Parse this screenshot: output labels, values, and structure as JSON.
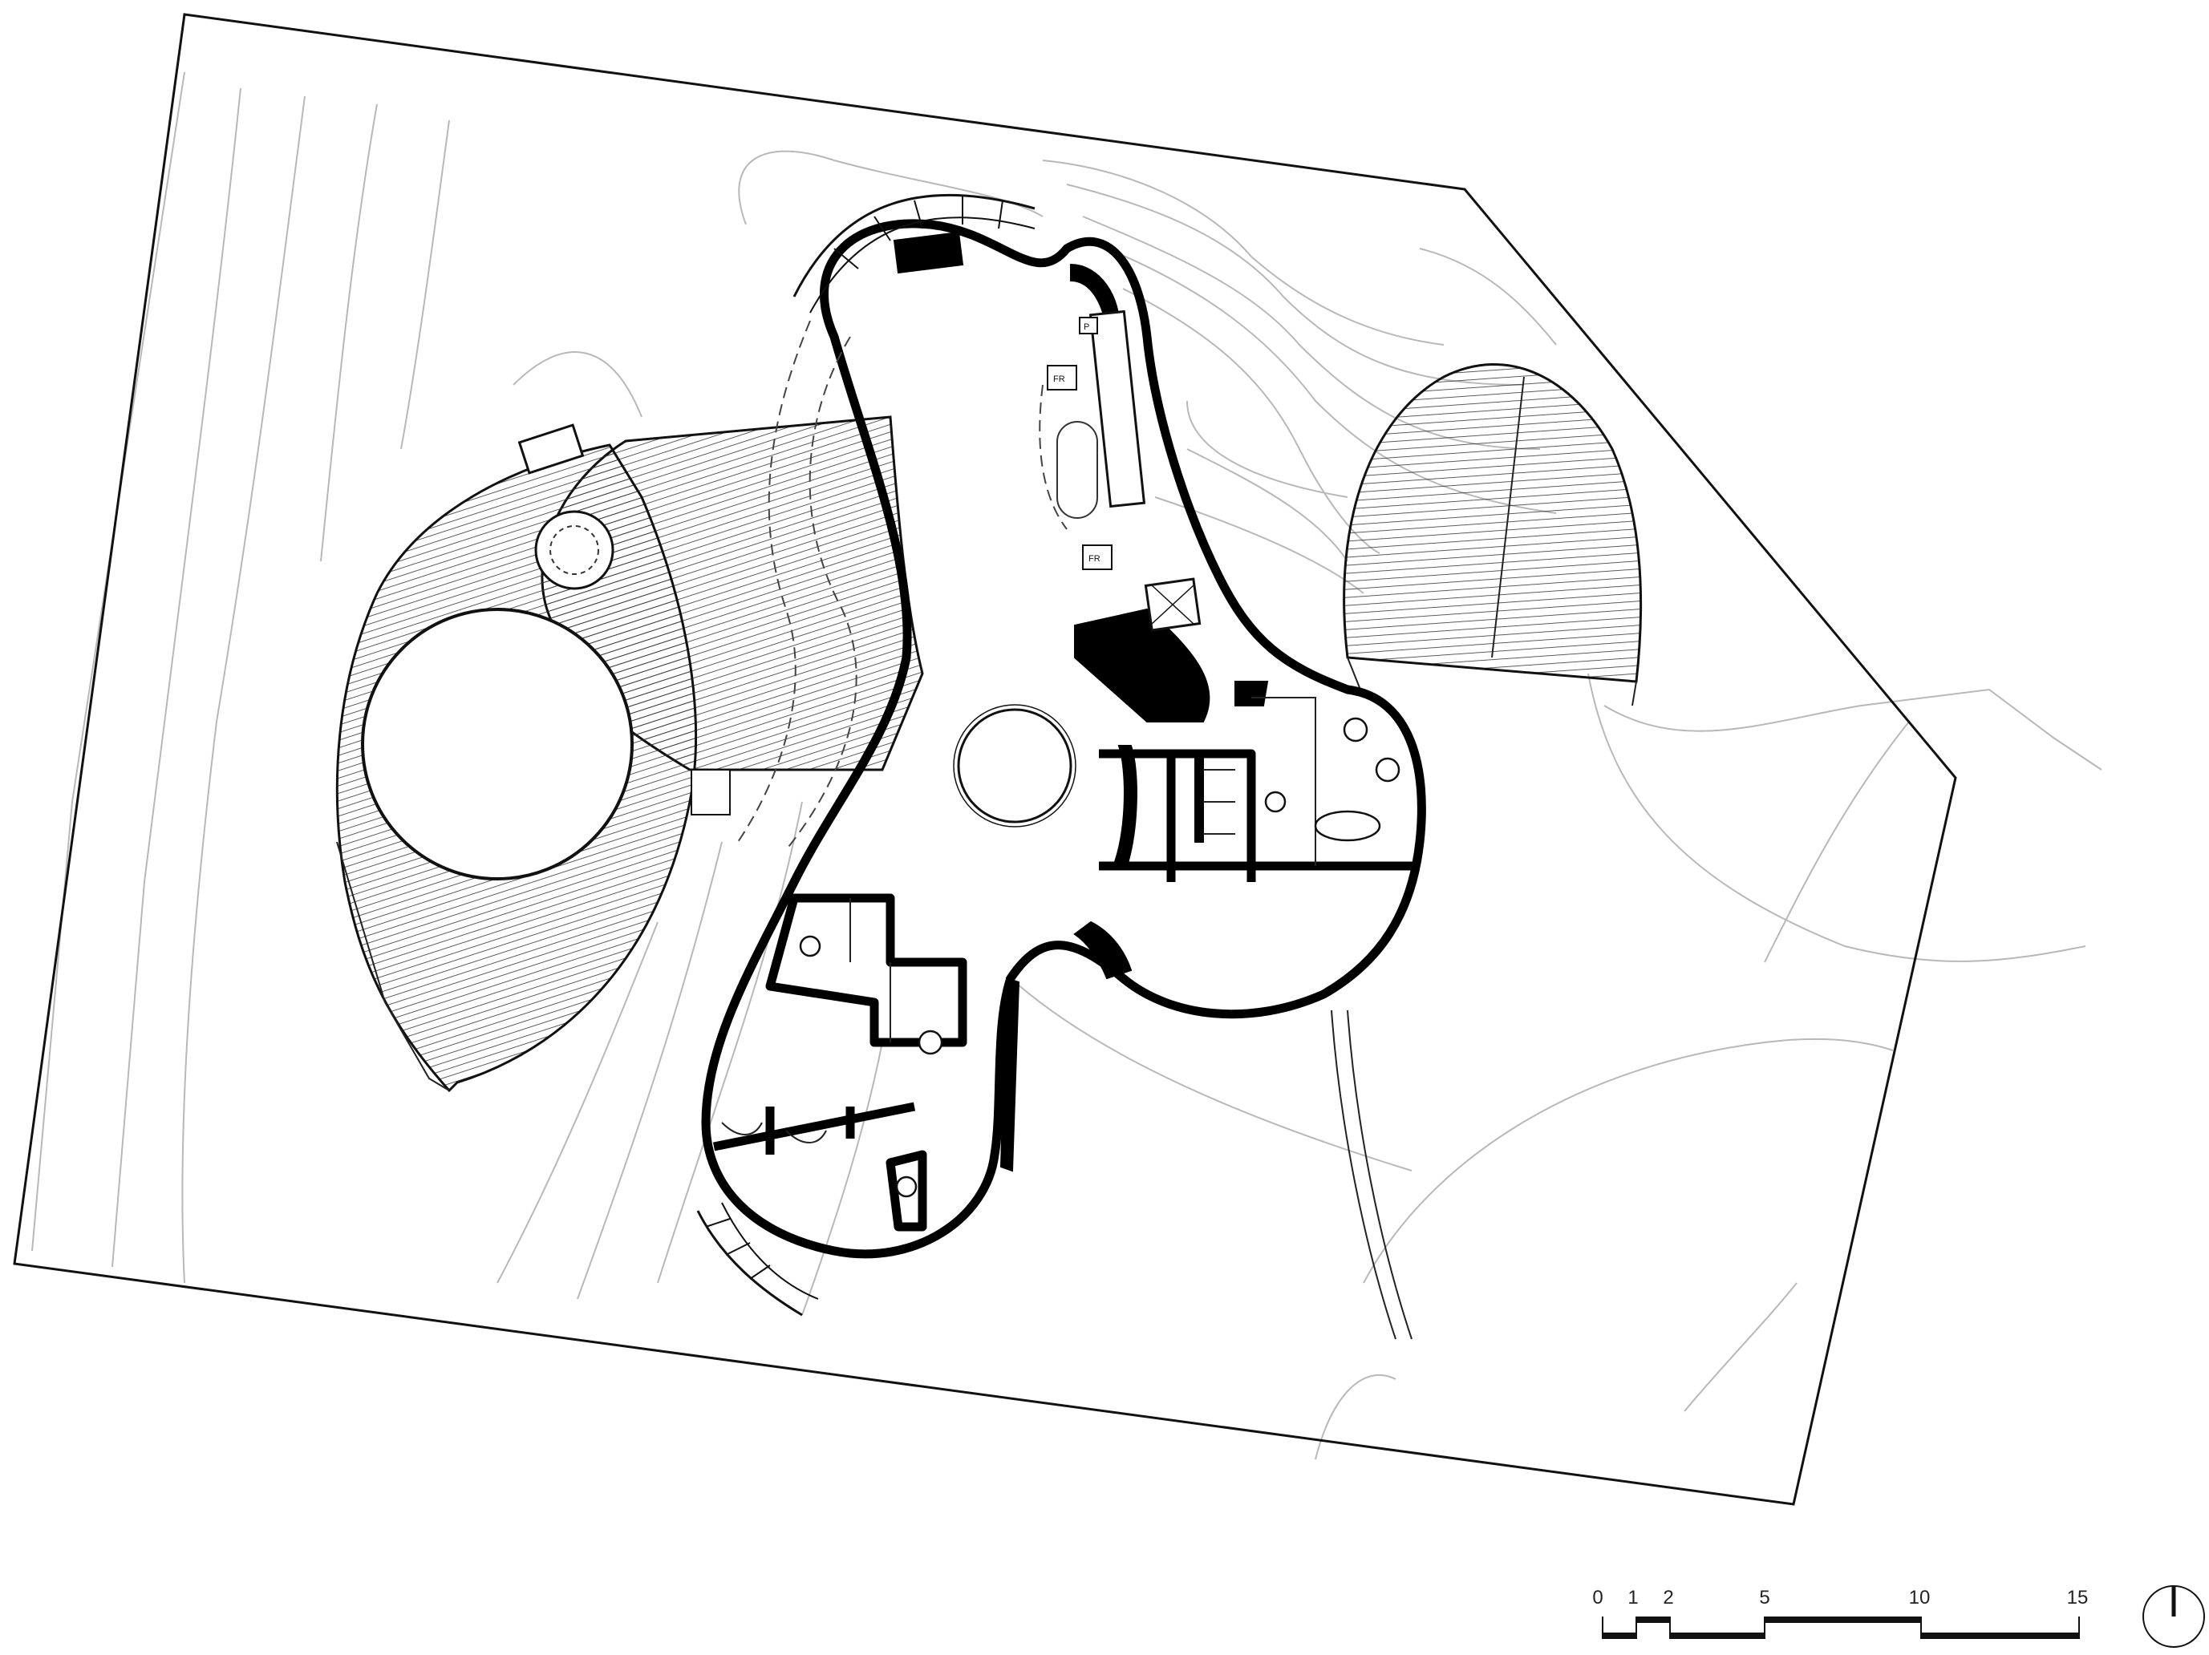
{
  "scale_bar": {
    "labels": [
      "0",
      "1",
      "2",
      "5",
      "10",
      "15"
    ]
  },
  "fixture_labels": {
    "fridge_upper": "FR",
    "fridge_lower": "FR",
    "pantry": "P"
  },
  "north_arrow": {
    "icon": "north-arrow-icon"
  },
  "colors": {
    "ink": "#000000",
    "contour": "#b8b8b8",
    "background": "#ffffff"
  }
}
